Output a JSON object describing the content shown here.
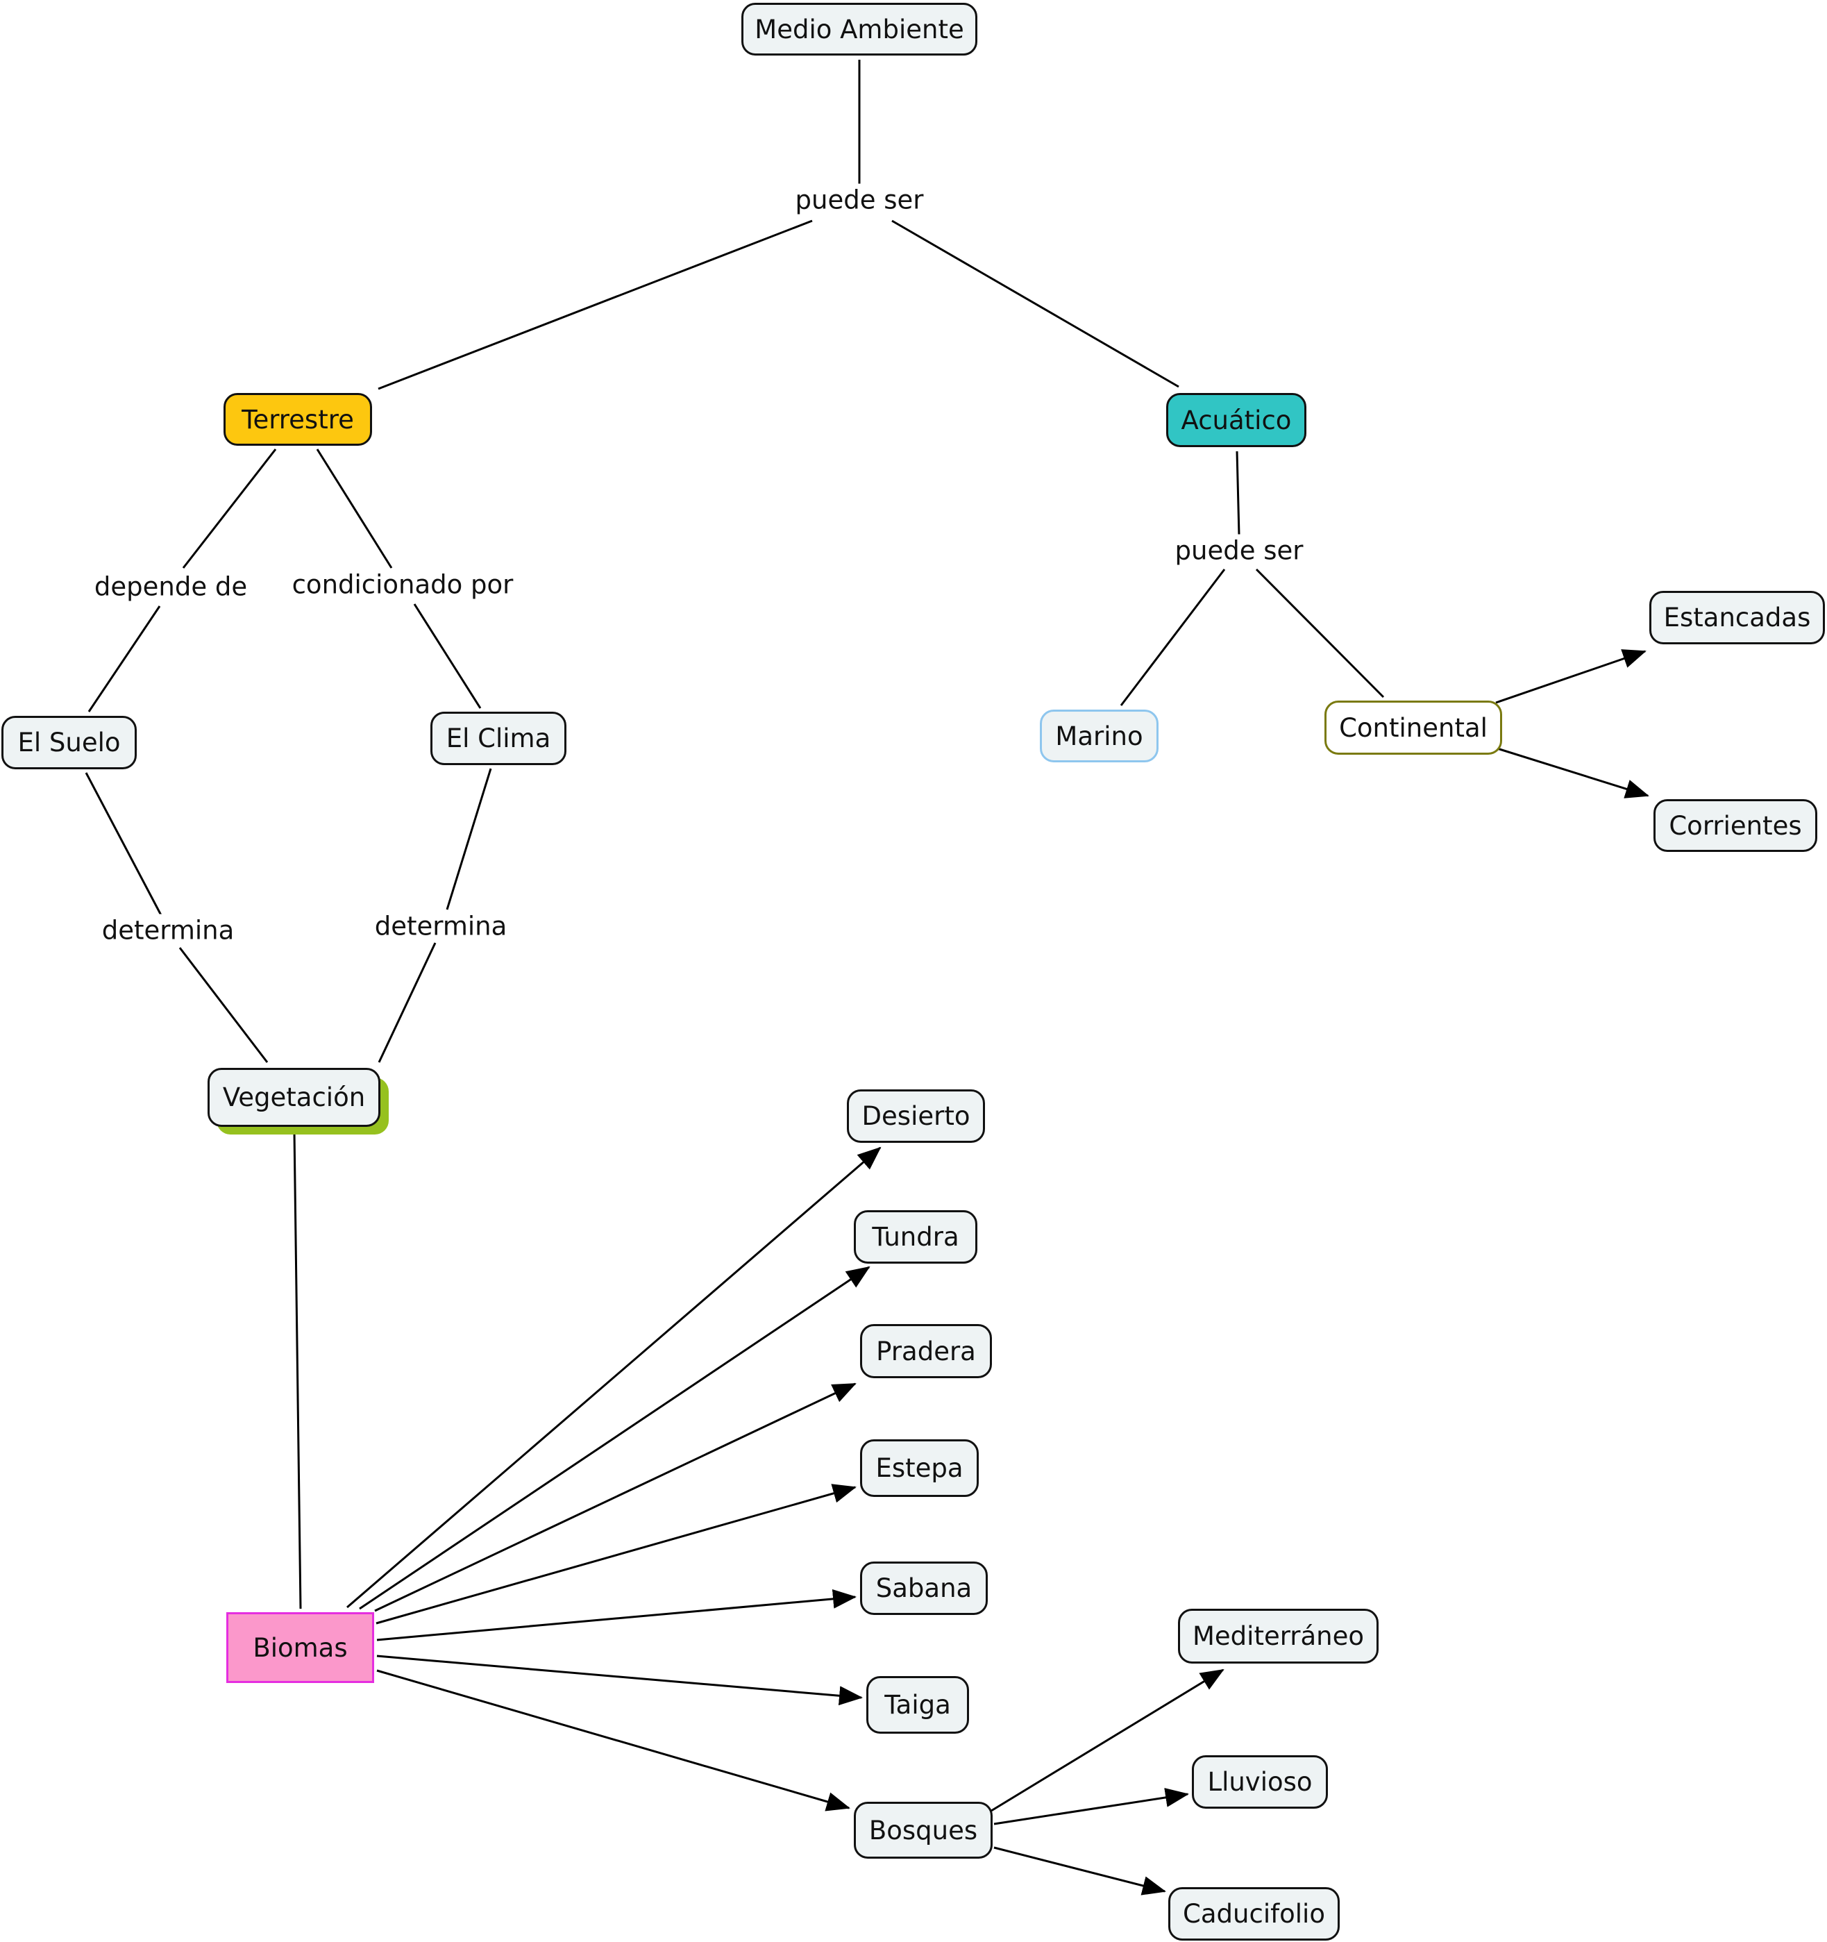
{
  "diagram": {
    "nodes": {
      "medio_ambiente": "Medio Ambiente",
      "terrestre": "Terrestre",
      "acuatico": "Acuático",
      "el_suelo": "El Suelo",
      "el_clima": "El Clima",
      "marino": "Marino",
      "continental": "Continental",
      "estancadas": "Estancadas",
      "corrientes": "Corrientes",
      "vegetacion": "Vegetación",
      "biomas": "Biomas",
      "desierto": "Desierto",
      "tundra": "Tundra",
      "pradera": "Pradera",
      "estepa": "Estepa",
      "sabana": "Sabana",
      "taiga": "Taiga",
      "bosques": "Bosques",
      "mediterraneo": "Mediterráneo",
      "lluvioso": "Lluvioso",
      "caducifolio": "Caducifolio"
    },
    "links": {
      "puede_ser_1": "puede ser",
      "puede_ser_2": "puede ser",
      "depende_de": "depende de",
      "condicionado_por": "condicionado por",
      "determina_1": "determina",
      "determina_2": "determina"
    },
    "colors": {
      "terrestre_fill": "#fdc70f",
      "acuatico_fill": "#31c5c4",
      "biomas_fill": "#fb98cb",
      "biomas_border": "#e52ee0",
      "marino_border": "#8ec6ee",
      "continental_border": "#7a7a10",
      "vegetacion_shadow": "#96c11f",
      "default_fill": "#eef3f4"
    }
  }
}
